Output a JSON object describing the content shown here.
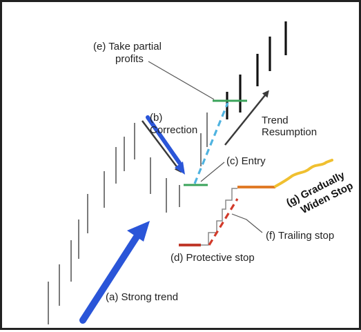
{
  "labels": {
    "take_profits_line1": "(e) Take partial",
    "take_profits_line2": "profits",
    "correction_line1": "(b)",
    "correction_line2": "Correction",
    "trend_resumption_line1": "Trend",
    "trend_resumption_line2": "Resumption",
    "entry": "(c) Entry",
    "gradually_line1": "(g) Gradually",
    "gradually_line2": "Widen Stop",
    "trailing_stop": "(f) Trailing stop",
    "protective_stop": "(d) Protective stop",
    "strong_trend": "(a) Strong trend"
  },
  "colors": {
    "price_bars": "#333333",
    "big_arrow": "#2a55d8",
    "dark_arrow": "#3a3a3a",
    "green_levels": "#3aa35a",
    "dashed_blue": "#4fb3e0",
    "dashed_red": "#d23a2a",
    "protective_stop_bar": "#c0392b",
    "orange_stop": "#e07b27",
    "yellow_stop": "#f0c030",
    "trailing_line": "#888888"
  }
}
